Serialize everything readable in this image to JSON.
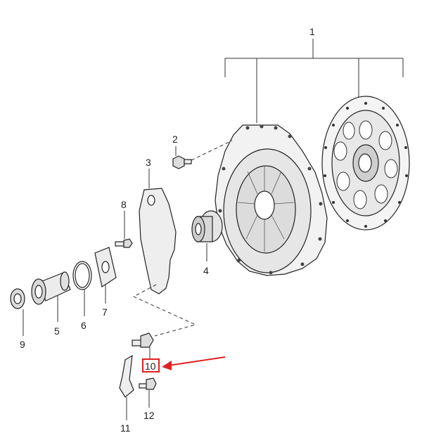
{
  "diagram": {
    "callouts": {
      "c1": "1",
      "c2": "2",
      "c3": "3",
      "c4": "4",
      "c5": "5",
      "c6": "6",
      "c7": "7",
      "c8": "8",
      "c9": "9",
      "c10": "10",
      "c11": "11",
      "c12": "12"
    },
    "highlight_color": "#e02020",
    "highlighted_callout": "10"
  }
}
